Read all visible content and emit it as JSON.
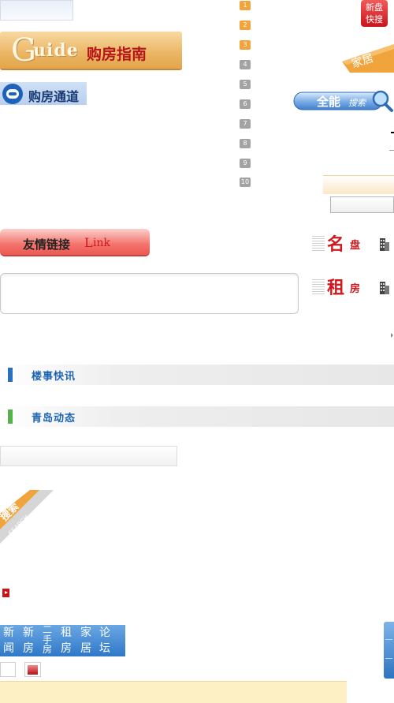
{
  "guide": {
    "big_letter": "G",
    "word": "uide",
    "title": "购房指南"
  },
  "channel": {
    "title": "购房通道"
  },
  "ranking": {
    "items": [
      {
        "n": "1",
        "style": "orange"
      },
      {
        "n": "2",
        "style": "orange"
      },
      {
        "n": "3",
        "style": "orange"
      },
      {
        "n": "4",
        "style": "gray"
      },
      {
        "n": "5",
        "style": "gray"
      },
      {
        "n": "6",
        "style": "gray"
      },
      {
        "n": "7",
        "style": "gray"
      },
      {
        "n": "8",
        "style": "gray"
      },
      {
        "n": "9",
        "style": "gray"
      },
      {
        "n": "10",
        "style": "gray"
      }
    ]
  },
  "right": {
    "new_top": "新盘",
    "new_bottom": "快搜",
    "jiaju": "家居",
    "search_main": "全能",
    "search_sub": "搜索"
  },
  "links": {
    "title": "友情链接",
    "L": "L",
    "ink": "ink"
  },
  "categories": [
    {
      "big": "名",
      "small": "盘"
    },
    {
      "big": "租",
      "small": "房"
    }
  ],
  "sections": [
    {
      "title": "楼事快讯",
      "color": "#2c6fbf"
    },
    {
      "title": "青岛动态",
      "color": "#55b14a"
    }
  ],
  "search_corner": {
    "cn": "搜索",
    "en": "SEARCH"
  },
  "bottom_nav": [
    {
      "top": "新",
      "bottom": "闻"
    },
    {
      "top": "新",
      "bottom": "房"
    },
    {
      "top": "二",
      "mid": "手",
      "bottom": "房"
    },
    {
      "top": "租",
      "bottom": "房"
    },
    {
      "top": "家",
      "bottom": "居"
    },
    {
      "top": "论",
      "bottom": "坛"
    }
  ]
}
